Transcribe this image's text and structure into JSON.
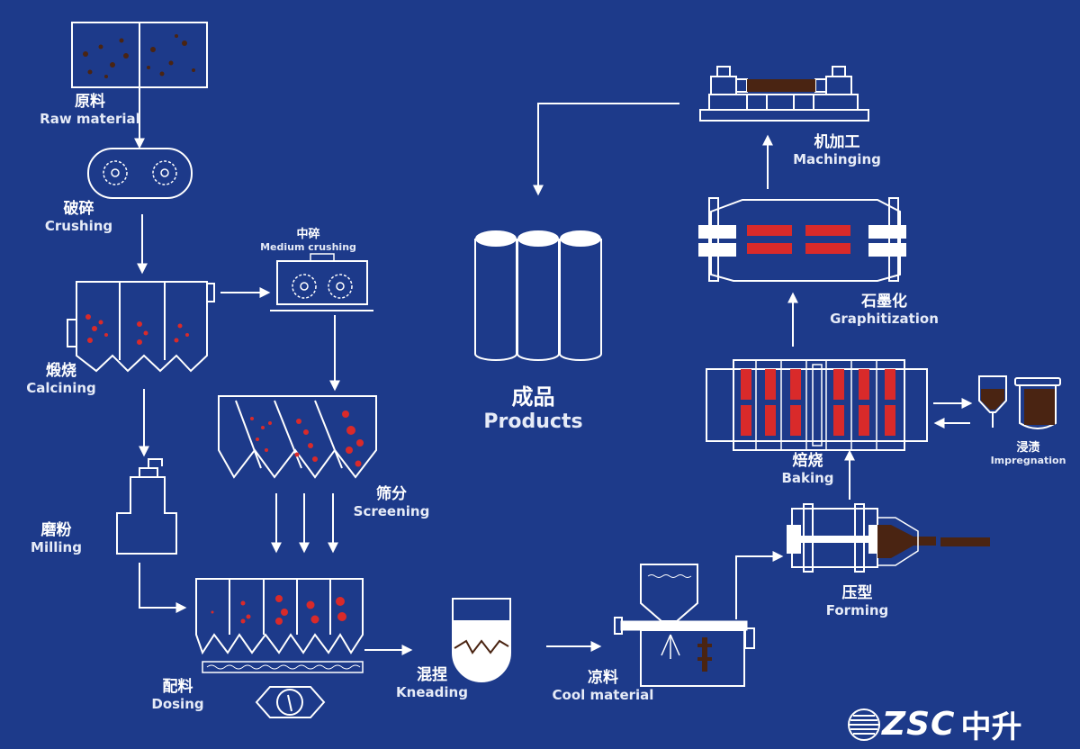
{
  "steps": {
    "raw_material": {
      "cn": "原料",
      "en": "Raw material"
    },
    "crushing": {
      "cn": "破碎",
      "en": "Crushing"
    },
    "medium_crushing": {
      "cn": "中碎",
      "en": "Medium  crushing"
    },
    "calcining": {
      "cn": "煅烧",
      "en": "Calcining"
    },
    "screening": {
      "cn": "筛分",
      "en": "Screening"
    },
    "milling": {
      "cn": "磨粉",
      "en": "Milling"
    },
    "dosing": {
      "cn": "配料",
      "en": "Dosing"
    },
    "kneading": {
      "cn": "混捏",
      "en": "Kneading"
    },
    "cool_material": {
      "cn": "凉料",
      "en": "Cool material"
    },
    "forming": {
      "cn": "压型",
      "en": "Forming"
    },
    "baking": {
      "cn": "焙烧",
      "en": "Baking"
    },
    "impregnation": {
      "cn": "浸渍",
      "en": "Impregnation"
    },
    "graphitization": {
      "cn": "石墨化",
      "en": "Graphitization"
    },
    "machining": {
      "cn": "机加工",
      "en": "Machinging"
    },
    "products": {
      "cn": "成品",
      "en": "Products"
    }
  },
  "logo": {
    "brand": "ZSC",
    "brand_cn": "中升"
  },
  "colors": {
    "background": "#1d3a8a",
    "line": "#ffffff",
    "hot_material": "#d92a2a",
    "carbon": "#4a2412"
  }
}
